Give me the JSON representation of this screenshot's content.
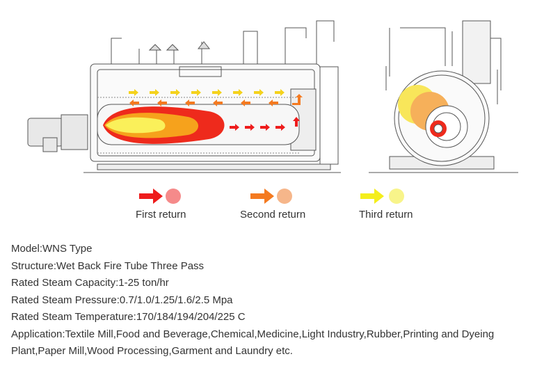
{
  "legend": [
    {
      "label": "First return",
      "color": "#ee1c1c",
      "dot_color": "#f58a8a"
    },
    {
      "label": "Second return",
      "color": "#f47a20",
      "dot_color": "#f6b68a"
    },
    {
      "label": "Third return",
      "color": "#f4ee1c",
      "dot_color": "#f8f48a"
    }
  ],
  "specs": [
    "Model:WNS Type",
    "Structure:Wet Back Fire Tube Three Pass",
    "Rated Steam Capacity:1-25 ton/hr",
    "Rated Steam Pressure:0.7/1.0/1.25/1.6/2.5 Mpa",
    "Rated Steam Temperature:170/184/194/204/225 C",
    "Application:Textile Mill,Food and Beverage,Chemical,Medicine,Light Industry,Rubber,Printing and Dyeing Plant,Paper Mill,Wood Processing,Garment and Laundry etc."
  ],
  "colors": {
    "flame_outer": "#ee2a1c",
    "flame_mid": "#f6a21c",
    "flame_core": "#faf05a",
    "outline": "#555555"
  }
}
